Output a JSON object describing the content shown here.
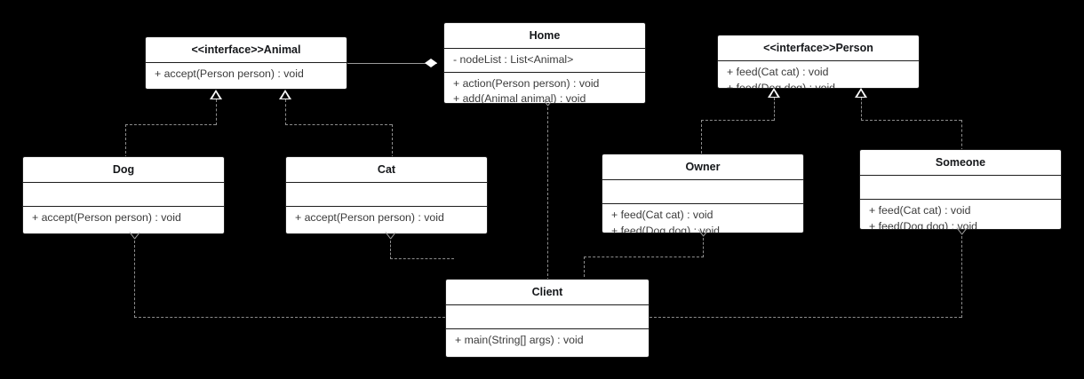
{
  "diagram": {
    "type": "uml-class-diagram",
    "background_color": "#000000",
    "box_fill": "#ffffff",
    "box_border": "#1d1d1d",
    "connector_color": "#8d8d8d",
    "classes": [
      {
        "id": "animal",
        "name": "<<interface>>Animal",
        "stereotype": "interface",
        "attributes": [],
        "methods": [
          "+ accept(Person person) : void"
        ],
        "has_empty_attribute_compartment": false
      },
      {
        "id": "home",
        "name": "Home",
        "stereotype": null,
        "attributes": [
          "- nodeList : List<Animal>"
        ],
        "methods": [
          "+ action(Person person) : void",
          "+ add(Animal animal) : void"
        ],
        "has_empty_attribute_compartment": false
      },
      {
        "id": "person",
        "name": "<<interface>>Person",
        "stereotype": "interface",
        "attributes": [],
        "methods": [
          "+ feed(Cat cat) : void",
          "+ feed(Dog dog) : void"
        ],
        "has_empty_attribute_compartment": false
      },
      {
        "id": "dog",
        "name": "Dog",
        "stereotype": null,
        "attributes": [],
        "methods": [
          "+ accept(Person person) : void"
        ],
        "has_empty_attribute_compartment": true
      },
      {
        "id": "cat",
        "name": "Cat",
        "stereotype": null,
        "attributes": [],
        "methods": [
          "+ accept(Person person) : void"
        ],
        "has_empty_attribute_compartment": true
      },
      {
        "id": "owner",
        "name": "Owner",
        "stereotype": null,
        "attributes": [],
        "methods": [
          "+ feed(Cat cat) : void",
          "+ feed(Dog dog) : void"
        ],
        "has_empty_attribute_compartment": true
      },
      {
        "id": "someone",
        "name": "Someone",
        "stereotype": null,
        "attributes": [],
        "methods": [
          "+ feed(Cat cat) : void",
          "+ feed(Dog dog) : void"
        ],
        "has_empty_attribute_compartment": true
      },
      {
        "id": "client",
        "name": "Client",
        "stereotype": null,
        "attributes": [],
        "methods": [
          "+ main(String[] args) : void"
        ],
        "has_empty_attribute_compartment": true
      }
    ],
    "relationships": [
      {
        "from": "home",
        "to": "animal",
        "type": "aggregation",
        "style": "solid",
        "marker": "hollow-diamond"
      },
      {
        "from": "dog",
        "to": "animal",
        "type": "realization",
        "style": "dashed",
        "marker": "hollow-triangle"
      },
      {
        "from": "cat",
        "to": "animal",
        "type": "realization",
        "style": "dashed",
        "marker": "hollow-triangle"
      },
      {
        "from": "owner",
        "to": "person",
        "type": "realization",
        "style": "dashed",
        "marker": "hollow-triangle"
      },
      {
        "from": "someone",
        "to": "person",
        "type": "realization",
        "style": "dashed",
        "marker": "hollow-triangle"
      },
      {
        "from": "client",
        "to": "home",
        "type": "dependency",
        "style": "dashed",
        "marker": "open-arrow"
      },
      {
        "from": "client",
        "to": "dog",
        "type": "dependency",
        "style": "dashed",
        "marker": "open-arrow"
      },
      {
        "from": "client",
        "to": "cat",
        "type": "dependency",
        "style": "dashed",
        "marker": "open-arrow"
      },
      {
        "from": "client",
        "to": "owner",
        "type": "dependency",
        "style": "dashed",
        "marker": "open-arrow"
      },
      {
        "from": "client",
        "to": "someone",
        "type": "dependency",
        "style": "dashed",
        "marker": "open-arrow"
      }
    ]
  }
}
